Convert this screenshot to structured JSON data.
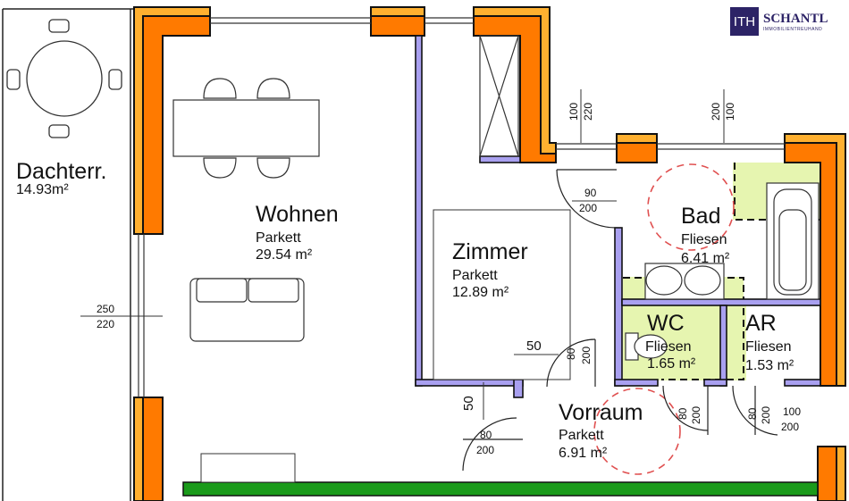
{
  "brand": {
    "logo_mark": "ITH",
    "name": "SCHANTL",
    "tagline": "IMMOBILIENTREUHAND",
    "color": "#2c2366"
  },
  "colors": {
    "outer_wall": "#ff7a00",
    "outer_wall_edge": "#ffb030",
    "inner_wall": "#a9a0f0",
    "balcony_rail": "#1a9a1a",
    "wet_zone": "#e6f5b0",
    "turning_circle": "#e05050"
  },
  "rooms": [
    {
      "name": "Dachterr.",
      "area": "14.93m²"
    },
    {
      "name": "Wohnen",
      "floor": "Parkett",
      "area": "29.54 m²"
    },
    {
      "name": "Zimmer",
      "floor": "Parkett",
      "area": "12.89 m²"
    },
    {
      "name": "Bad",
      "floor": "Fliesen",
      "area": "6.41 m²"
    },
    {
      "name": "WC",
      "floor": "Fliesen",
      "area": "1.65 m²"
    },
    {
      "name": "AR",
      "floor": "Fliesen",
      "area": "1.53 m²"
    },
    {
      "name": "Vorraum",
      "floor": "Parkett",
      "area": "6.91 m²"
    }
  ],
  "dimensions": {
    "window_left": {
      "top": "250",
      "bottom": "220"
    },
    "window_top1": {
      "top": "100",
      "bottom": "220"
    },
    "window_top2": {
      "top": "200",
      "bottom": "100"
    },
    "door_bad": {
      "top": "90",
      "bottom": "200"
    },
    "door_zimmer": {
      "top": "80",
      "bottom": "200"
    },
    "door_entry": {
      "top": "80",
      "bottom": "200"
    },
    "door_wc": {
      "top": "80",
      "bottom": "200"
    },
    "door_ar": {
      "top": "80",
      "bottom": "200"
    },
    "door_right": {
      "top": "100",
      "bottom": "200"
    },
    "wall_offset_h": "50",
    "wall_offset_v": "50"
  }
}
